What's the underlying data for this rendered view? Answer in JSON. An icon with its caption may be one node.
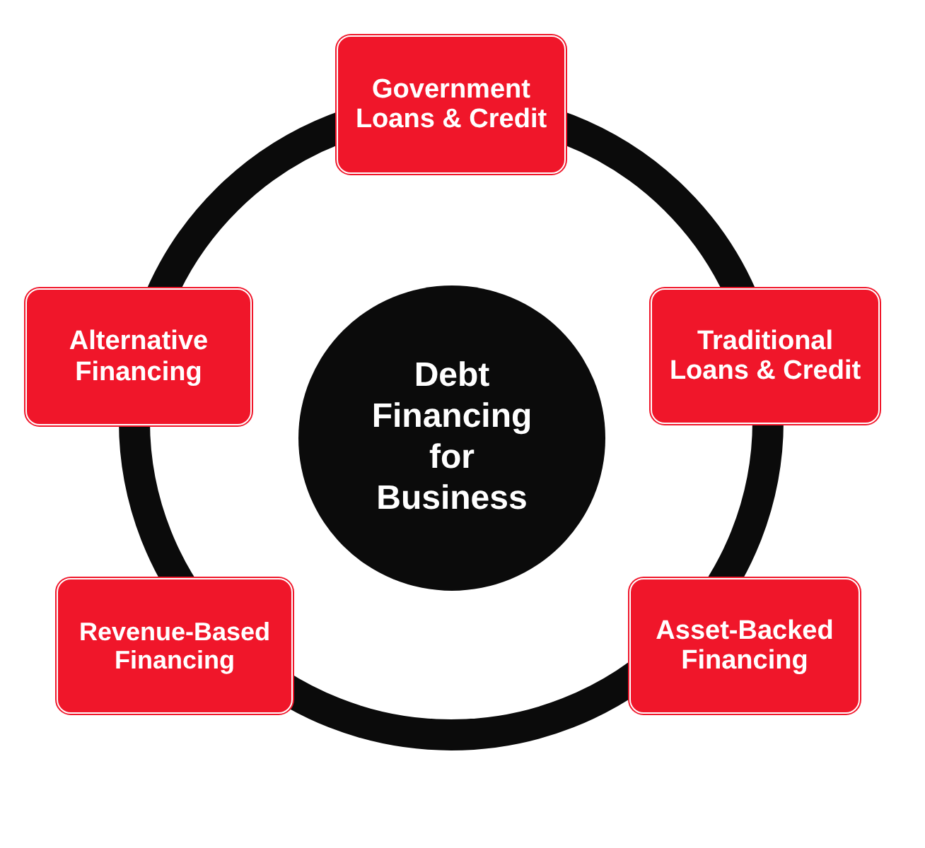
{
  "diagram": {
    "nodes": [
      {
        "text": [
          "Government Loans & Credit"
        ]
      },
      {
        "text": [
          "Alternative Financing"
        ]
      },
      {
        "text": [
          "Debt Financing for Business"
        ]
      },
      {
        "text": [
          "Traditional Loans & Credit"
        ]
      },
      {
        "text": [
          "Revenue-Based Financing"
        ]
      },
      {
        "text": [
          "Asset-Backed Financing"
        ]
      }
    ]
  }
}
